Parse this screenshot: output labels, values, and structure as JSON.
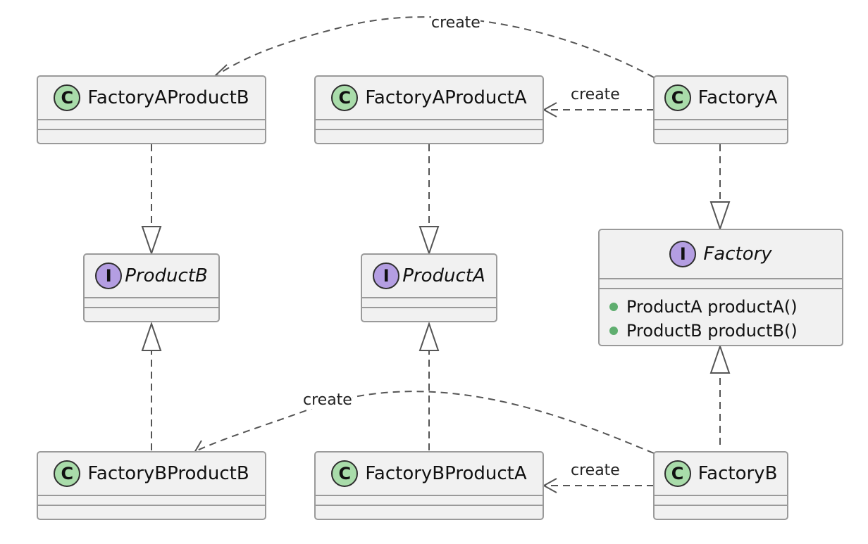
{
  "classes": {
    "factory_a_product_b": {
      "stereotype": "C",
      "name": "FactoryAProductB"
    },
    "factory_a_product_a": {
      "stereotype": "C",
      "name": "FactoryAProductA"
    },
    "factory_a": {
      "stereotype": "C",
      "name": "FactoryA"
    },
    "factory_b_product_b": {
      "stereotype": "C",
      "name": "FactoryBProductB"
    },
    "factory_b_product_a": {
      "stereotype": "C",
      "name": "FactoryBProductA"
    },
    "factory_b": {
      "stereotype": "C",
      "name": "FactoryB"
    }
  },
  "interfaces": {
    "product_b": {
      "stereotype": "I",
      "name": "ProductB"
    },
    "product_a": {
      "stereotype": "I",
      "name": "ProductA"
    },
    "factory": {
      "stereotype": "I",
      "name": "Factory",
      "methods": [
        "ProductA productA()",
        "ProductB productB()"
      ]
    }
  },
  "edge_labels": {
    "fa_to_fapb": "create",
    "fa_to_fapa": "create",
    "fb_to_fbpb": "create",
    "fb_to_fbpa": "create"
  },
  "colors": {
    "class_circle": "#a9dcaa",
    "interface_circle": "#b49ee2",
    "box_fill": "#f1f1f1",
    "border": "#9a9a9a",
    "method_dot": "#5fae6f"
  }
}
